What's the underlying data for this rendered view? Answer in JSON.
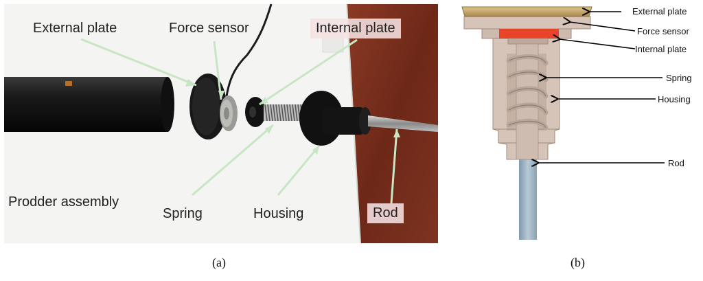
{
  "figure": {
    "panel_a": {
      "caption": "(a)",
      "labels": {
        "external_plate": "External plate",
        "force_sensor": "Force sensor",
        "internal_plate": "Internal plate",
        "prodder_assembly": "Prodder assembly",
        "spring": "Spring",
        "housing": "Housing",
        "rod": "Rod"
      }
    },
    "panel_b": {
      "caption": "(b)",
      "labels": {
        "external_plate": "External plate",
        "force_sensor": "Force sensor",
        "internal_plate": "Internal plate",
        "spring": "Spring",
        "housing": "Housing",
        "rod": "Rod"
      }
    }
  },
  "colors": {
    "wood": "#7a2f1e",
    "paper": "#f4f4f2",
    "parts_black": "#151515",
    "sensor_red": "#e8442a",
    "plate_gold": "#c8a66a",
    "housing_tan": "#d6c4b8",
    "rod_blue": "#9fb6c6",
    "pointer_green": "#c8e6c6"
  }
}
